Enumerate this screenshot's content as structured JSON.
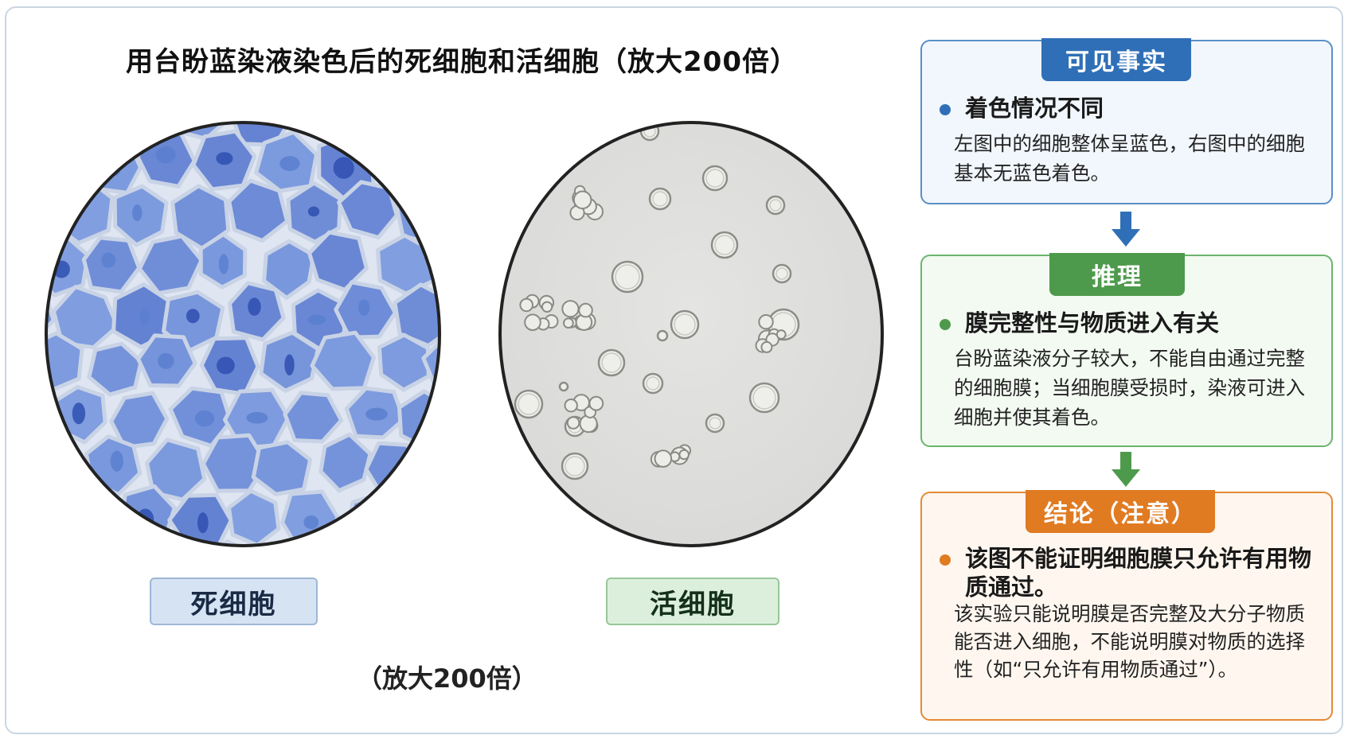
{
  "title": "用台盼蓝染液染色后的死细胞和活细胞（放大200倍）",
  "panels": {
    "dead_label": "死细胞",
    "live_label": "活细胞",
    "magnification": "（放大200倍）"
  },
  "colors": {
    "facts": "#2f6fb7",
    "reasoning": "#4e9a4c",
    "conclusion": "#e07b22",
    "dead_stain": "#5a7fcf"
  },
  "boxes": {
    "facts": {
      "tab": "可见事实",
      "heading": "着色情况不同",
      "body": "左图中的细胞整体呈蓝色，右图中的细胞基本无蓝色着色。"
    },
    "reasoning": {
      "tab": "推理",
      "heading": "膜完整性与物质进入有关",
      "body": "台盼蓝染液分子较大，不能自由通过完整的细胞膜；当细胞膜受损时，染液可进入细胞并使其着色。"
    },
    "conclusion": {
      "tab": "结论（注意）",
      "heading": "该图不能证明细胞膜只允许有用物质通过。",
      "body": "该实验只能说明膜是否完整及大分子物质能否进入细胞，不能说明膜对物质的选择性（如“只允许有用物质通过”）。"
    }
  },
  "icons": {
    "flow_arrow": "arrow-down-icon",
    "bullet": "dot-icon"
  }
}
